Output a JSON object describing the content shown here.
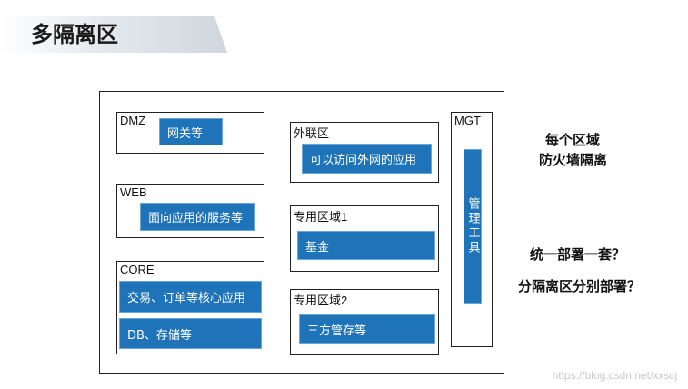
{
  "title": "多隔离区",
  "zones": {
    "dmz": {
      "label": "DMZ",
      "items": [
        "网关等"
      ]
    },
    "web": {
      "label": "WEB",
      "items": [
        "面向应用的服务等"
      ]
    },
    "core": {
      "label": "CORE",
      "items": [
        "交易、订单等核心应用",
        "DB、存储等"
      ]
    },
    "external": {
      "label": "外联区",
      "items": [
        "可以访问外网的应用"
      ]
    },
    "dedicated1": {
      "label": "专用区域1",
      "items": [
        "基金"
      ]
    },
    "dedicated2": {
      "label": "专用区域2",
      "items": [
        "三方管存等"
      ]
    },
    "mgt": {
      "label": "MGT",
      "items": [
        "管理工具"
      ]
    }
  },
  "notes": {
    "firewall": [
      "每个区域",
      "防火墙隔离"
    ],
    "questions": [
      "统一部署一套？",
      "分隔离区分别部署？"
    ]
  },
  "watermark": "https://blog.csdn.net/xxscj",
  "colors": {
    "bar": "#1f73b8",
    "border": "#222222"
  }
}
